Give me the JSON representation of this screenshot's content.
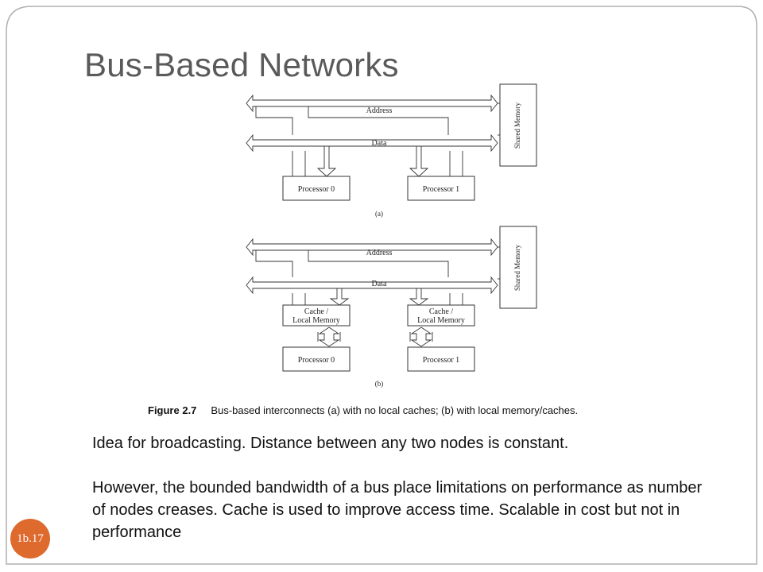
{
  "slide": {
    "title": "Bus-Based Networks",
    "slide_number": "1b.17"
  },
  "diagram": {
    "panels": [
      {
        "label": "(a)",
        "address_bus_label": "Address",
        "data_bus_label": "Data",
        "shared_memory_label": "Shared Memory",
        "processors": [
          "Processor 0",
          "Processor 1"
        ]
      },
      {
        "label": "(b)",
        "address_bus_label": "Address",
        "data_bus_label": "Data",
        "shared_memory_label": "Shared Memory",
        "caches": [
          [
            "Cache /",
            "Local Memory"
          ],
          [
            "Cache /",
            "Local Memory"
          ]
        ],
        "processors": [
          "Processor 0",
          "Processor 1"
        ]
      }
    ]
  },
  "caption": {
    "figure_label": "Figure 2.7",
    "text": "Bus-based interconnects (a) with no local caches; (b) with local memory/caches."
  },
  "body": {
    "paragraph1": "Idea for broadcasting. Distance between any two nodes is constant.",
    "paragraph2": "However, the bounded bandwidth of a bus place limitations on performance as number of nodes creases. Cache is used to improve access time. Scalable in cost but not in performance"
  },
  "colors": {
    "title": "#5a5a5a",
    "badge": "#de6a2e",
    "frame": "#b0b0b0"
  }
}
